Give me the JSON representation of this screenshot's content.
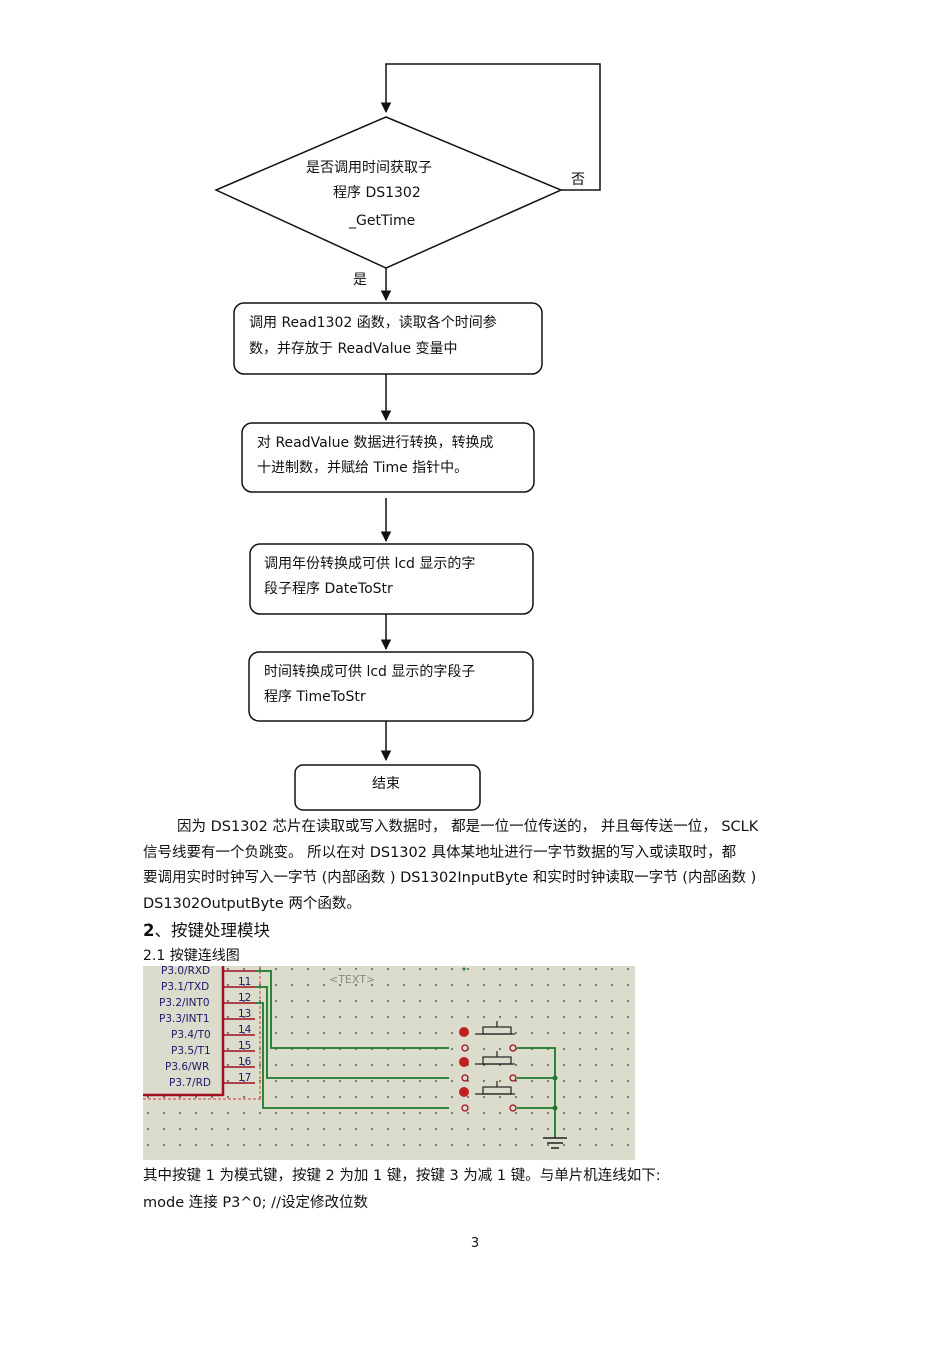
{
  "flowchart": {
    "decision_lines": [
      "是否调用时间获取子",
      "程序  DS1302",
      "_GetTime"
    ],
    "no_label": "否",
    "yes_label": "是",
    "box1_lines": [
      "调用   Read1302 函数，读取各个时间参",
      "数，并存放于    ReadValue 变量中"
    ],
    "box2_lines": [
      "对  ReadValue 数据进行转换，转换成",
      "十进制数，并赋给     Time 指针中。"
    ],
    "box3_lines": [
      "调用年份转换成可供      lcd   显示的字",
      "段子程序   DateToStr"
    ],
    "box4_lines": [
      "时间转换成可供      lcd   显示的字段子",
      "程序  TimeToStr"
    ],
    "end_label": "结束"
  },
  "text": {
    "para_lines": [
      "因为  DS1302 芯片在读取或写入数据时，      都是一位一位传送的，     并且每传送一位，     SCLK",
      "信号线要有一个负跳变。     所以在对   DS1302 具体某地址进行一字节数据的写入或读取时，都",
      "要调用实时时钟写入一字节      (内部函数  )  DS1302InputByte   和实时时钟读取一字节     (内部函数  )",
      "DS1302OutputByte   两个函数。"
    ],
    "heading_num": "2",
    "heading_text": "、按键处理模块",
    "subheading": "2.1 按键连线图",
    "after_circuit": "其中按键   1 为模式键，按键    2 为加  1 键，按键   3 为减  1 键。与单片机连线如下:",
    "code_line": "mode 连接  P3^0;                  //设定修改位数",
    "page_number": "3"
  },
  "circuit": {
    "pins": [
      "P3.0/RXD",
      "P3.1/TXD",
      "P3.2/INT0",
      "P3.3/INT1",
      "P3.4/T0",
      "P3.5/T1",
      "P3.6/WR",
      "P3.7/RD"
    ],
    "pin_numbers": [
      "11",
      "12",
      "13",
      "14",
      "15",
      "16",
      "17"
    ],
    "text_tag": "<TEXT>"
  }
}
